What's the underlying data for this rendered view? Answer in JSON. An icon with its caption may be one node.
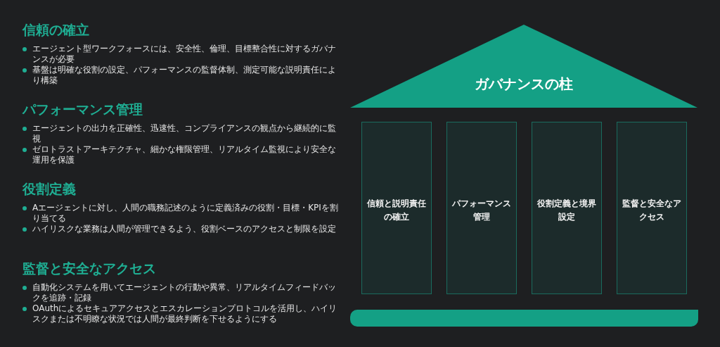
{
  "diagram": {
    "nodes": [
      {
        "text": [
          "ガバナンスの柱"
        ]
      },
      {
        "text": [
          "信頼と説明責任の確立"
        ]
      },
      {
        "text": [
          "パフォーマンス管理"
        ]
      },
      {
        "text": [
          "役割定義と境界設定"
        ]
      },
      {
        "text": [
          "監督と安全なアクセス"
        ]
      },
      {
        "text": [],
        "shape": "bar"
      }
    ],
    "edges": [],
    "labels": [
      "信頼の確立",
      "エージェント型ワークフォースには、安全性、倫理、目標整合性に対するガバナンスが必要",
      "基盤は明確な役割の設定、パフォーマンスの監督体制、測定可能な説明責任により構築",
      "パフォーマンス管理",
      "エージェントの出力を正確性、迅速性、コンプライアンスの観点から継続的に監視",
      "ゼロトラストアーキテクチャ、細かな権限管理、リアルタイム監視により安全な運用を保護",
      "役割定義",
      "Aエージェントに対し、人間の職務記述のように定義済みの役割・目標・KPIを割り当てる",
      "ハイリスクな業務は人間が管理できるよう、役割ベースのアクセスと制限を設定",
      "監督と安全なアクセス",
      "自動化システムを用いてエージェントの行動や異常、リアルタイムフィードバックを追跡・記録",
      "OAuthによるセキュアアクセスとエスカレーションプロトコルを活用し、ハイリスクまたは不明瞭な状況では人間が最終判断を下せるようにする"
    ]
  }
}
